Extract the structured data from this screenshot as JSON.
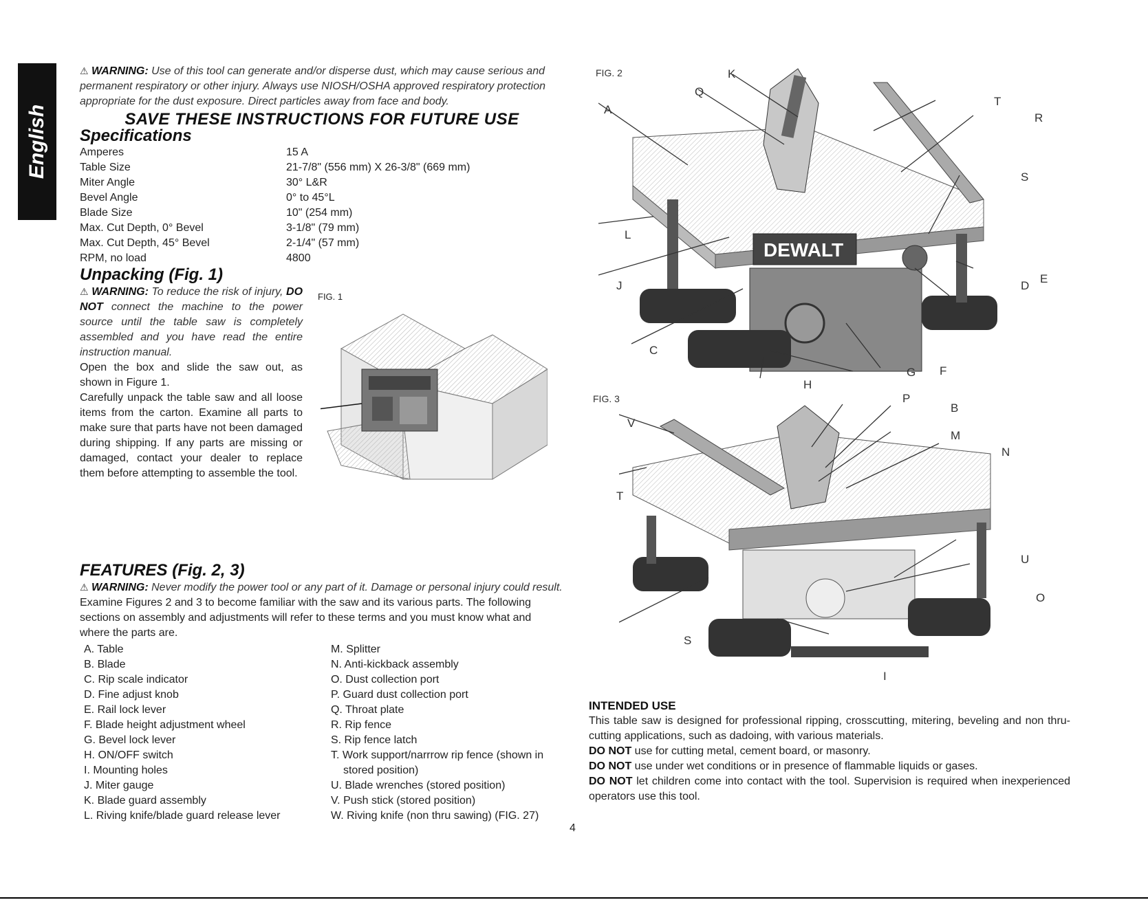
{
  "language_tab": "English",
  "warning_dust": {
    "label": "WARNING:",
    "text": "Use of this tool can generate and/or disperse dust, which may cause serious and permanent respiratory or other injury. Always use NIOSH/OSHA approved respiratory protection appropriate for the dust exposure. Direct particles away from face and body."
  },
  "save_heading": "SAVE THESE INSTRUCTIONS FOR FUTURE USE",
  "specifications": {
    "heading": "Specifications",
    "rows": [
      {
        "label": "Amperes",
        "value": "15 A"
      },
      {
        "label": "Table Size",
        "value": "21-7/8\" (556 mm) X 26-3/8\" (669 mm)"
      },
      {
        "label": "Miter Angle",
        "value": "30° L&R"
      },
      {
        "label": "Bevel Angle",
        "value": "0° to 45°L"
      },
      {
        "label": "Blade Size",
        "value": "10\" (254 mm)"
      },
      {
        "label": "Max. Cut Depth, 0° Bevel",
        "value": "3-1/8\" (79 mm)"
      },
      {
        "label": "Max. Cut Depth, 45° Bevel",
        "value": "2-1/4\" (57 mm)"
      },
      {
        "label": "RPM, no load",
        "value": "4800"
      }
    ]
  },
  "unpacking": {
    "heading": "Unpacking (Fig. 1)",
    "warning_label": "WARNING:",
    "warning_text": "To reduce the risk of injury,",
    "do_not": "DO NOT",
    "warning_rest": "connect the machine to the power source until the table saw is completely assembled and you have read the entire instruction manual.",
    "para1": "Open the box and slide the saw out, as shown in Figure 1.",
    "para2": "Carefully unpack the table saw and all loose items from the carton. Examine all parts to make sure that parts have not been damaged during shipping. If any parts are missing or damaged, contact your dealer to replace them before attempting to assemble the tool.",
    "fig_label": "FIG. 1"
  },
  "features": {
    "heading": "FEATURES (Fig. 2, 3)",
    "warning_label": "WARNING:",
    "warning_text": "Never modify the power tool or any part of it. Damage or personal injury could result.",
    "intro": "Examine Figures 2 and 3 to become familiar with the saw and its various parts. The following sections on assembly and adjustments will refer to these terms and you must know what and where the parts are.",
    "parts_left": [
      "A. Table",
      "B. Blade",
      "C. Rip scale indicator",
      "D. Fine adjust knob",
      "E. Rail lock lever",
      "F. Blade height adjustment wheel",
      "G. Bevel lock lever",
      "H. ON/OFF switch",
      "I. Mounting holes",
      "J. Miter gauge",
      "K. Blade guard assembly",
      "L. Riving knife/blade guard release lever"
    ],
    "parts_right": [
      "M. Splitter",
      "N. Anti-kickback assembly",
      "O. Dust collection port",
      "P. Guard dust collection port",
      "Q. Throat plate",
      "R. Rip fence",
      "S. Rip fence latch",
      "T. Work support/narrrow rip fence (shown in stored position)",
      "U. Blade wrenches (stored position)",
      "V. Push stick (stored position)",
      "W. Riving knife (non thru sawing) (FIG. 27)"
    ]
  },
  "fig2": {
    "label": "FIG. 2",
    "brand": "DEWALT",
    "callouts": [
      "K",
      "Q",
      "T",
      "A",
      "R",
      "S",
      "L",
      "E",
      "J",
      "D",
      "C",
      "G",
      "F",
      "H"
    ]
  },
  "fig3": {
    "label": "FIG. 3",
    "callouts": [
      "P",
      "B",
      "V",
      "M",
      "N",
      "T",
      "U",
      "O",
      "S",
      "I"
    ]
  },
  "intended_use": {
    "heading": "INTENDED USE",
    "text": "This table saw is designed for professional ripping, crosscutting, mitering, beveling and non thru-cutting applications, such as dadoing, with various materials.",
    "dn1": "DO NOT",
    "dn1_text": "use for cutting metal, cement board, or masonry.",
    "dn2": "DO NOT",
    "dn2_text": "use under wet conditions or in presence of flammable liquids or gases.",
    "dn3": "DO NOT",
    "dn3_text": "let children come into contact with the tool. Supervision is required when inexperienced operators use this tool."
  },
  "page_number": "4"
}
